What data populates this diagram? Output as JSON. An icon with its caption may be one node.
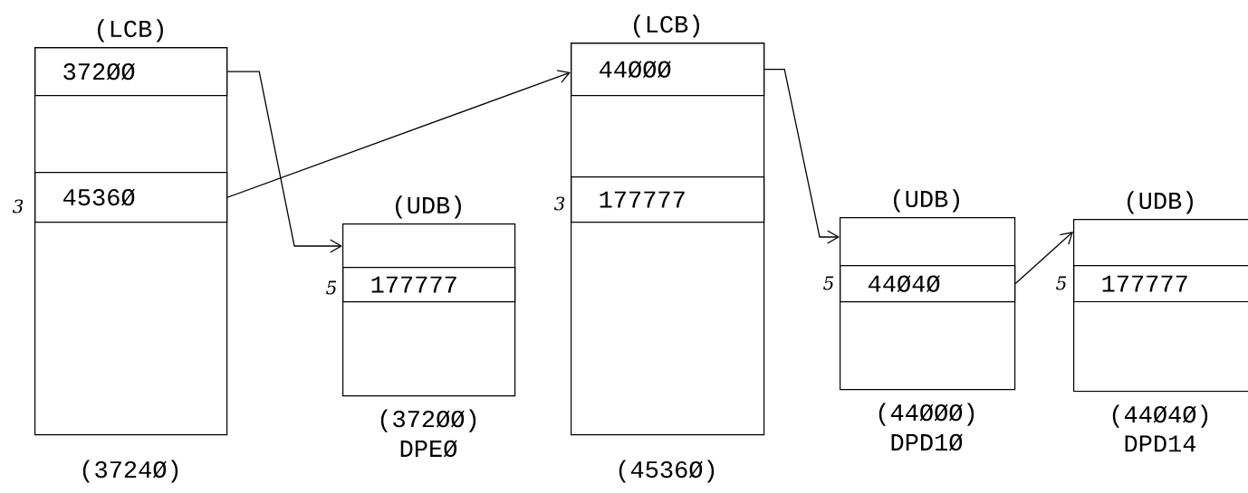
{
  "diagram": {
    "nodes": [
      {
        "text": [
          "(LCB)"
        ],
        "beside": [
          "(3724Ø)"
        ]
      },
      {
        "text": [
          "372ØØ"
        ],
        "in": 0
      },
      {
        "text": [
          "4536Ø"
        ],
        "in": 0
      },
      {
        "text": [
          "(UDB)"
        ],
        "beside": [
          "(372ØØ)",
          "DPEØ"
        ]
      },
      {
        "text": [
          "177777"
        ],
        "in": 3
      },
      {
        "text": [
          "(LCB)"
        ],
        "beside": [
          "(4536Ø)"
        ]
      },
      {
        "text": [
          "44ØØØ"
        ],
        "in": 5
      },
      {
        "text": [
          "177777"
        ],
        "in": 5
      },
      {
        "text": [
          "(UDB)"
        ],
        "beside": [
          "(44ØØØ)",
          "DPD1Ø"
        ]
      },
      {
        "text": [
          "44Ø4Ø"
        ],
        "in": 8
      },
      {
        "text": [
          "(UDB)"
        ],
        "beside": [
          "(44Ø4Ø)",
          "DPD14"
        ]
      },
      {
        "text": [
          "177777"
        ],
        "in": 10
      }
    ],
    "edges": [
      {
        "from": 1,
        "to": 3,
        "arrow": "to"
      },
      {
        "from": 2,
        "to": 5,
        "arrow": "to"
      },
      {
        "from": 6,
        "to": 8,
        "arrow": "to"
      },
      {
        "from": 9,
        "to": 10,
        "arrow": "to"
      }
    ],
    "labels": [
      "3",
      "5",
      "3",
      "5",
      "5"
    ]
  }
}
